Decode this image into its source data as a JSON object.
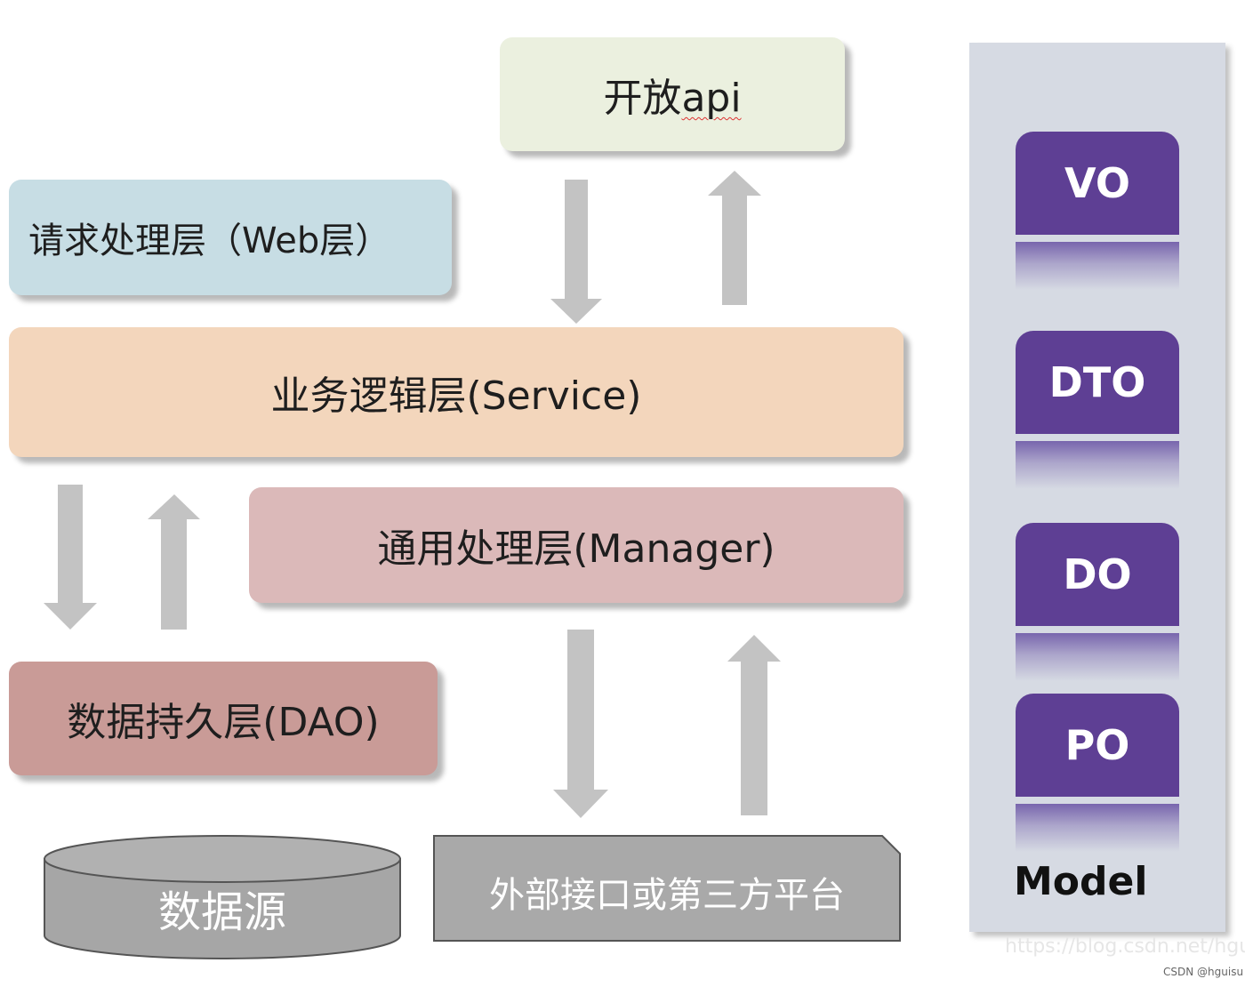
{
  "layers": {
    "open_api": {
      "prefix": "开放",
      "api": "api"
    },
    "web": "请求处理层（Web层）",
    "service": "业务逻辑层(Service)",
    "manager": "通用处理层(Manager)",
    "dao": "数据持久层(DAO)"
  },
  "data_source": "数据源",
  "external": "外部接口或第三方平台",
  "model": {
    "items": [
      "VO",
      "DTO",
      "DO",
      "PO"
    ],
    "label": "Model"
  },
  "watermark": {
    "url": "https://blog.csdn.net/hguisu",
    "credit": "CSDN @hguisu"
  },
  "colors": {
    "open_api": "#ebf0df",
    "web": "#c7dde4",
    "service": "#f3d6bc",
    "manager": "#dbb9b9",
    "dao": "#c99b97",
    "model_card": "#5e3f94",
    "storage": "#a6a6a6",
    "arrow": "#c3c3c3"
  }
}
